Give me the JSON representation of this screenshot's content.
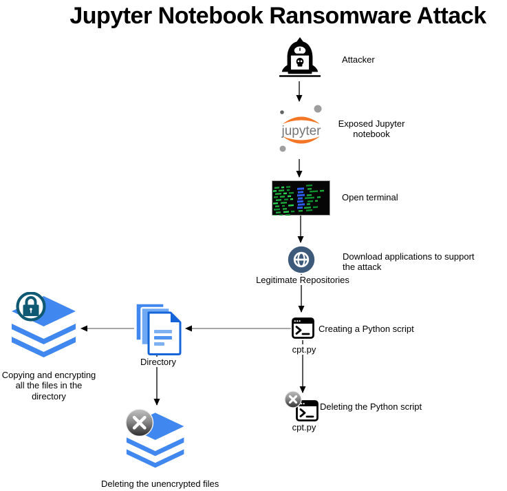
{
  "title": "Jupyter Notebook Ransomware Attack",
  "nodes": {
    "attacker": {
      "label": "Attacker",
      "icon": "hacker-at-laptop-icon"
    },
    "jupyter": {
      "label": "Exposed Jupyter\nnotebook",
      "logo_text": "jupyter",
      "icon": "jupyter-logo"
    },
    "terminal": {
      "label": "Open terminal",
      "icon": "terminal-screenshot"
    },
    "repositories": {
      "label": "Download applications to support\nthe attack",
      "caption": "Legitimate Repositories",
      "icon": "globe-icon"
    },
    "create_script": {
      "label": "Creating a Python script",
      "caption": "cpt.py",
      "icon": "console-window-icon"
    },
    "delete_script": {
      "label": "Deleting the Python script",
      "caption": "cpt.py",
      "icon": "console-window-delete-icon"
    },
    "directory": {
      "label": "Directory",
      "icon": "document-stack-icon"
    },
    "encrypt": {
      "label": "Copying and encrypting\nall the files in the directory",
      "icon": "layers-lock-icon"
    },
    "delete_files": {
      "label": "Deleting the unencrypted files",
      "icon": "layers-delete-icon"
    }
  },
  "colors": {
    "layer_blue": "#4187F0",
    "doc_border_blue": "#1565D8",
    "doc_mid_blue": "#6FA9F4",
    "doc_line_blue": "#7FB0F2",
    "doc_line_blue2": "#4E94F0",
    "globe_navy": "#3D5A7A",
    "lock_teal": "#0F5A72",
    "jupyter_orange": "#F37726",
    "jupyter_gray": "#767677",
    "terminal_green": "#1FAE3D",
    "terminal_green2": "#2BD455",
    "terminal_green3": "#0D8F2E",
    "terminal_blue": "#2B5BE8",
    "arrow_dark": "#2F2F2F",
    "arrow_gray": "#8A8A8A"
  }
}
